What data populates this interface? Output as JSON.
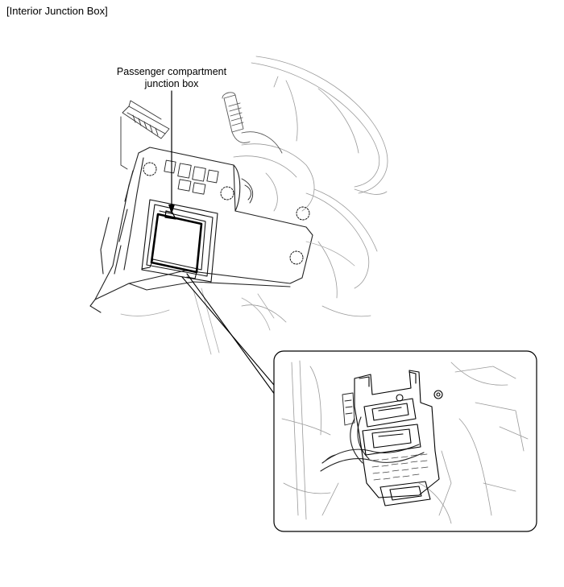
{
  "title": "[Interior Junction Box]",
  "callout": {
    "line1": "Passenger compartment",
    "line2": "junction box"
  }
}
